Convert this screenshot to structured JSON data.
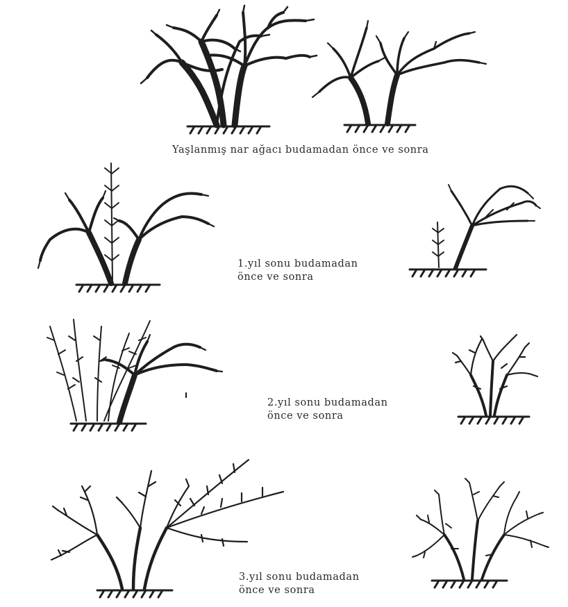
{
  "diagram": {
    "caption_top": "Yaşlanmış nar ağacı  budamadan önce ve sonra",
    "rows": [
      {
        "line1": "1.yıl sonu budamadan",
        "line2": "önce ve sonra"
      },
      {
        "line1": "2.yıl sonu budamadan",
        "line2": "önce ve sonra"
      },
      {
        "line1": "3.yıl sonu budamadan",
        "line2": "önce ve sonra"
      }
    ],
    "ink_color": "#1e1e1e"
  }
}
